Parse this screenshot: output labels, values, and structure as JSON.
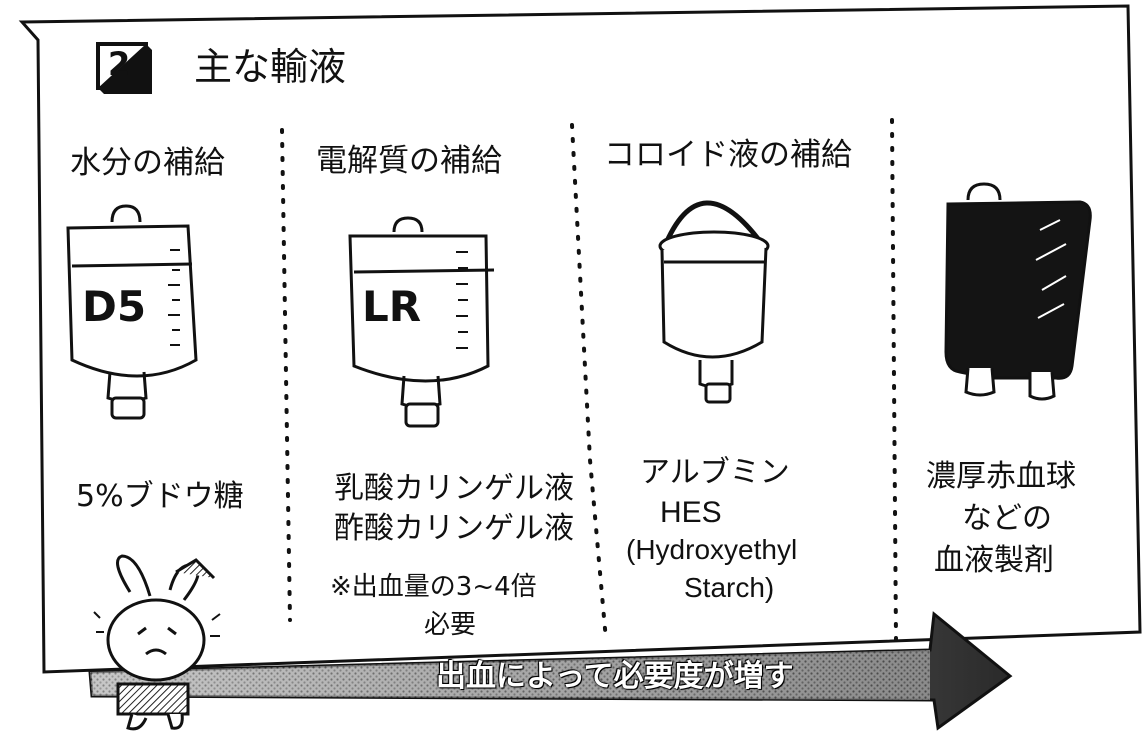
{
  "section": {
    "number": "2",
    "title": "主な輸液"
  },
  "columns": [
    {
      "heading": "水分の補給",
      "bag_label": "D5",
      "description_lines": [
        "5%ブドウ糖"
      ]
    },
    {
      "heading": "電解質の補給",
      "bag_label": "LR",
      "description_lines": [
        "乳酸カリンゲル液",
        "酢酸カリンゲル液"
      ],
      "note_lines": [
        "※出血量の3~4倍",
        "必要"
      ]
    },
    {
      "heading": "コロイド液の補給",
      "bag_label": "",
      "description_lines": [
        "アルブミン",
        "HES",
        "(Hydroxyethyl",
        "Starch)"
      ]
    },
    {
      "heading": "",
      "bag_label": "",
      "description_lines": [
        "濃厚赤血球",
        "などの",
        "血液製剤"
      ]
    }
  ],
  "arrow": {
    "label": "出血によって必要度が増す"
  },
  "colors": {
    "ink": "#111111",
    "paper": "#ffffff",
    "blood_bag": "#141414"
  },
  "icons": [
    "number-box-icon",
    "iv-bag-icon",
    "colloid-bottle-icon",
    "blood-bag-icon",
    "rabbit-mascot-icon",
    "arrow-icon"
  ]
}
